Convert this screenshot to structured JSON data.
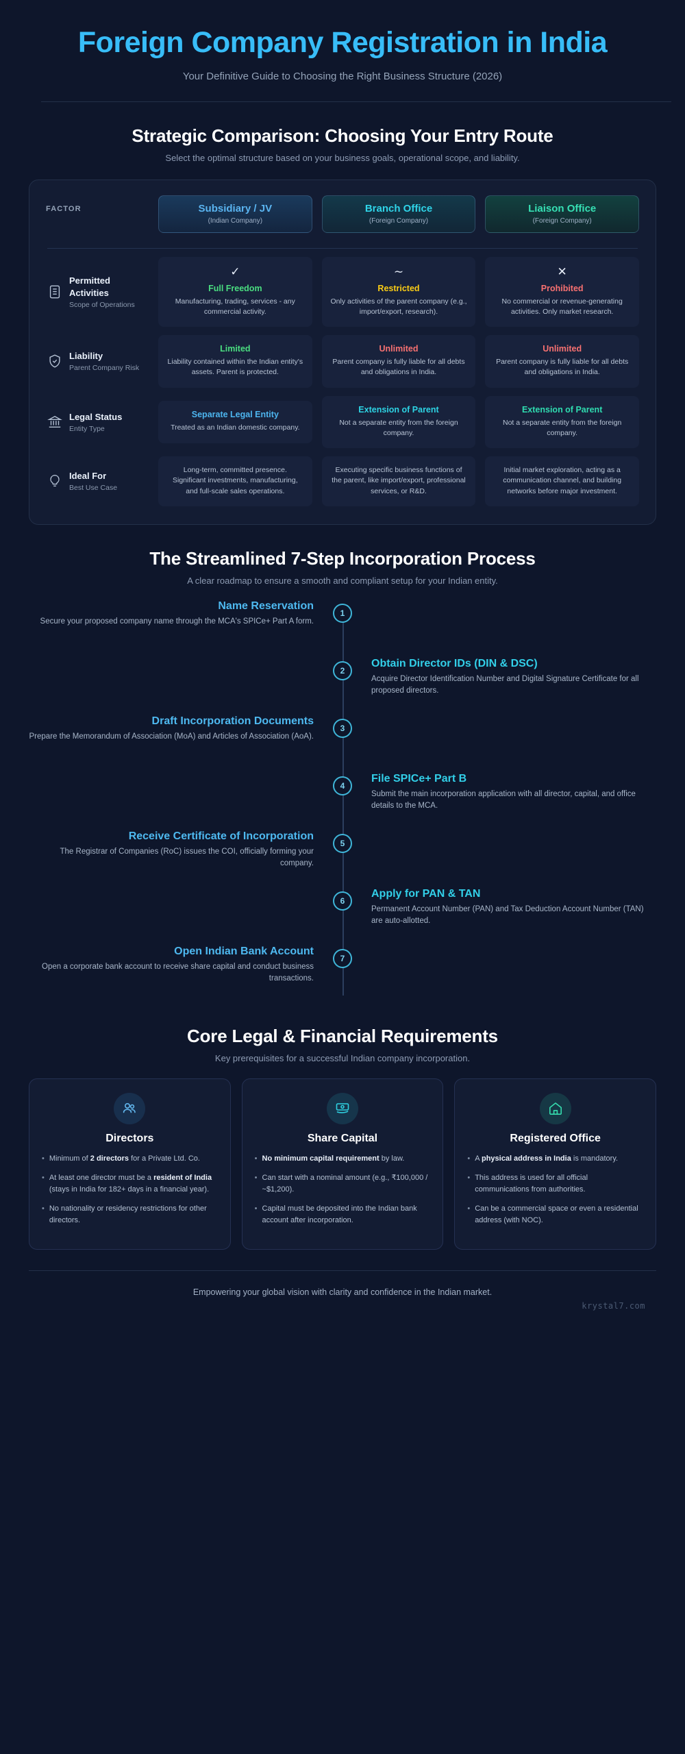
{
  "hero": {
    "title": "Foreign Company Registration in India",
    "subtitle": "Your Definitive Guide to Choosing the Right Business Structure (2026)"
  },
  "comparison": {
    "section_title": "Strategic Comparison: Choosing Your Entry Route",
    "section_subtitle": "Select the optimal structure based on your business goals, operational scope, and liability.",
    "factor_label": "FACTOR",
    "columns": [
      {
        "title": "Subsidiary / JV",
        "subtitle": "(Indian Company)",
        "accent": "#5ab4f0"
      },
      {
        "title": "Branch Office",
        "subtitle": "(Foreign Company)",
        "accent": "#2fd4e8"
      },
      {
        "title": "Liaison Office",
        "subtitle": "(Foreign Company)",
        "accent": "#36e0b4"
      }
    ],
    "rows": [
      {
        "icon": "clipboard-list-icon",
        "name": "Permitted Activities",
        "desc": "Scope of Operations",
        "cells": [
          {
            "glyph": "✓",
            "verdict": "Full Freedom",
            "verdict_color": "v-green",
            "detail": "Manufacturing, trading, services - any commercial activity."
          },
          {
            "glyph": "∼",
            "verdict": "Restricted",
            "verdict_color": "v-yellow",
            "detail": "Only activities of the parent company (e.g., import/export, research)."
          },
          {
            "glyph": "✕",
            "verdict": "Prohibited",
            "verdict_color": "v-red",
            "detail": "No commercial or revenue-generating activities. Only market research."
          }
        ]
      },
      {
        "icon": "shield-check-icon",
        "name": "Liability",
        "desc": "Parent Company Risk",
        "cells": [
          {
            "glyph": "",
            "verdict": "Limited",
            "verdict_color": "v-green",
            "detail": "Liability contained within the Indian entity's assets. Parent is protected."
          },
          {
            "glyph": "",
            "verdict": "Unlimited",
            "verdict_color": "v-red",
            "detail": "Parent company is fully liable for all debts and obligations in India."
          },
          {
            "glyph": "",
            "verdict": "Unlimited",
            "verdict_color": "v-red",
            "detail": "Parent company is fully liable for all debts and obligations in India."
          }
        ]
      },
      {
        "icon": "bank-institution-icon",
        "name": "Legal Status",
        "desc": "Entity Type",
        "cells": [
          {
            "glyph": "",
            "verdict": "Separate Legal Entity",
            "verdict_color": "v-blue",
            "detail": "Treated as an Indian domestic company."
          },
          {
            "glyph": "",
            "verdict": "Extension of Parent",
            "verdict_color": "v-cyan",
            "detail": "Not a separate entity from the foreign company."
          },
          {
            "glyph": "",
            "verdict": "Extension of Parent",
            "verdict_color": "v-teal",
            "detail": "Not a separate entity from the foreign company."
          }
        ]
      },
      {
        "icon": "lightbulb-icon",
        "name": "Ideal For",
        "desc": "Best Use Case",
        "cells": [
          {
            "glyph": "",
            "verdict": "",
            "verdict_color": "",
            "detail": "Long-term, committed presence. Significant investments, manufacturing, and full-scale sales operations."
          },
          {
            "glyph": "",
            "verdict": "",
            "verdict_color": "",
            "detail": "Executing specific business functions of the parent, like import/export, professional services, or R&D."
          },
          {
            "glyph": "",
            "verdict": "",
            "verdict_color": "",
            "detail": "Initial market exploration, acting as a communication channel, and building networks before major investment."
          }
        ]
      }
    ]
  },
  "process": {
    "section_title": "The Streamlined 7-Step Incorporation Process",
    "section_subtitle": "A clear roadmap to ensure a smooth and compliant setup for your Indian entity.",
    "steps": [
      {
        "number": "1",
        "side": "left",
        "title": "Name Reservation",
        "desc": "Secure your proposed company name through the MCA's SPICe+ Part A form."
      },
      {
        "number": "2",
        "side": "right",
        "title": "Obtain Director IDs (DIN & DSC)",
        "desc": "Acquire Director Identification Number and Digital Signature Certificate for all proposed directors."
      },
      {
        "number": "3",
        "side": "left",
        "title": "Draft Incorporation Documents",
        "desc": "Prepare the Memorandum of Association (MoA) and Articles of Association (AoA)."
      },
      {
        "number": "4",
        "side": "right",
        "title": "File SPICe+ Part B",
        "desc": "Submit the main incorporation application with all director, capital, and office details to the MCA."
      },
      {
        "number": "5",
        "side": "left",
        "title": "Receive Certificate of Incorporation",
        "desc": "The Registrar of Companies (RoC) issues the COI, officially forming your company."
      },
      {
        "number": "6",
        "side": "right",
        "title": "Apply for PAN & TAN",
        "desc": "Permanent Account Number (PAN) and Tax Deduction Account Number (TAN) are auto-allotted."
      },
      {
        "number": "7",
        "side": "left",
        "title": "Open Indian Bank Account",
        "desc": "Open a corporate bank account to receive share capital and conduct business transactions."
      }
    ]
  },
  "requirements": {
    "section_title": "Core Legal & Financial Requirements",
    "section_subtitle": "Key prerequisites for a successful Indian company incorporation.",
    "cards": [
      {
        "icon": "users-group-icon",
        "ring": "ring-blue",
        "title": "Directors",
        "items": [
          {
            "pre": "Minimum of ",
            "bold": "2 directors",
            "post": " for a Private Ltd. Co."
          },
          {
            "pre": "At least one director must be a ",
            "bold": "resident of India",
            "post": " (stays in India for 182+ days in a financial year)."
          },
          {
            "pre": "No nationality or residency restrictions for other directors.",
            "bold": "",
            "post": ""
          }
        ]
      },
      {
        "icon": "banknote-icon",
        "ring": "ring-cyan",
        "title": "Share Capital",
        "items": [
          {
            "pre": "",
            "bold": "No minimum capital requirement",
            "post": " by law."
          },
          {
            "pre": "Can start with a nominal amount (e.g., ₹100,000 / ~$1,200).",
            "bold": "",
            "post": ""
          },
          {
            "pre": "Capital must be deposited into the Indian bank account after incorporation.",
            "bold": "",
            "post": ""
          }
        ]
      },
      {
        "icon": "home-icon",
        "ring": "ring-teal",
        "title": "Registered Office",
        "items": [
          {
            "pre": "A ",
            "bold": "physical address in India",
            "post": " is mandatory."
          },
          {
            "pre": "This address is used for all official communications from authorities.",
            "bold": "",
            "post": ""
          },
          {
            "pre": "Can be a commercial space or even a residential address (with NOC).",
            "bold": "",
            "post": ""
          }
        ]
      }
    ]
  },
  "footer": {
    "tagline": "Empowering your global vision with clarity and confidence in the Indian market.",
    "brand": "krystal7.com"
  }
}
